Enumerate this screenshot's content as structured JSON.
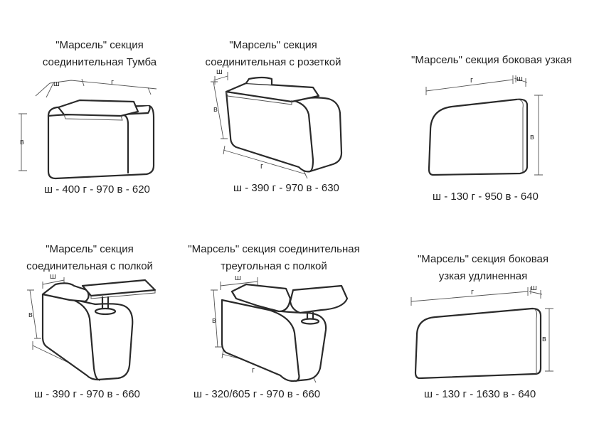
{
  "items": [
    {
      "title_line1": "\"Марсель\" секция",
      "title_line2": "соединительная Тумба",
      "dims": "ш - 400 г - 970 в - 620",
      "lbl_w": "ш",
      "lbl_d": "г",
      "lbl_h": "в"
    },
    {
      "title_line1": "\"Марсель\" секция",
      "title_line2": "соединительная с розеткой",
      "dims": "ш - 390 г - 970 в - 630",
      "lbl_w": "ш",
      "lbl_d": "г",
      "lbl_h": "в"
    },
    {
      "title_line1": "\"Марсель\" секция боковая узкая",
      "dims": "ш - 130 г - 950 в - 640",
      "lbl_w": "ш",
      "lbl_d": "г",
      "lbl_h": "в"
    },
    {
      "title_line1": "\"Марсель\" секция",
      "title_line2": "соединительная с полкой",
      "dims": "ш - 390 г - 970 в - 660",
      "lbl_w": "ш",
      "lbl_d": "г",
      "lbl_h": "в"
    },
    {
      "title_line1": "\"Марсель\" секция соединительная",
      "title_line2": "треугольная с полкой",
      "dims": "ш - 320/605 г - 970 в - 660",
      "lbl_w": "ш",
      "lbl_d": "г",
      "lbl_h": "в"
    },
    {
      "title_line1": "\"Марсель\" секция боковая",
      "title_line2": "узкая удлиненная",
      "dims": "ш - 130 г - 1630 в - 640",
      "lbl_w": "ш",
      "lbl_d": "г",
      "lbl_h": "в"
    }
  ]
}
